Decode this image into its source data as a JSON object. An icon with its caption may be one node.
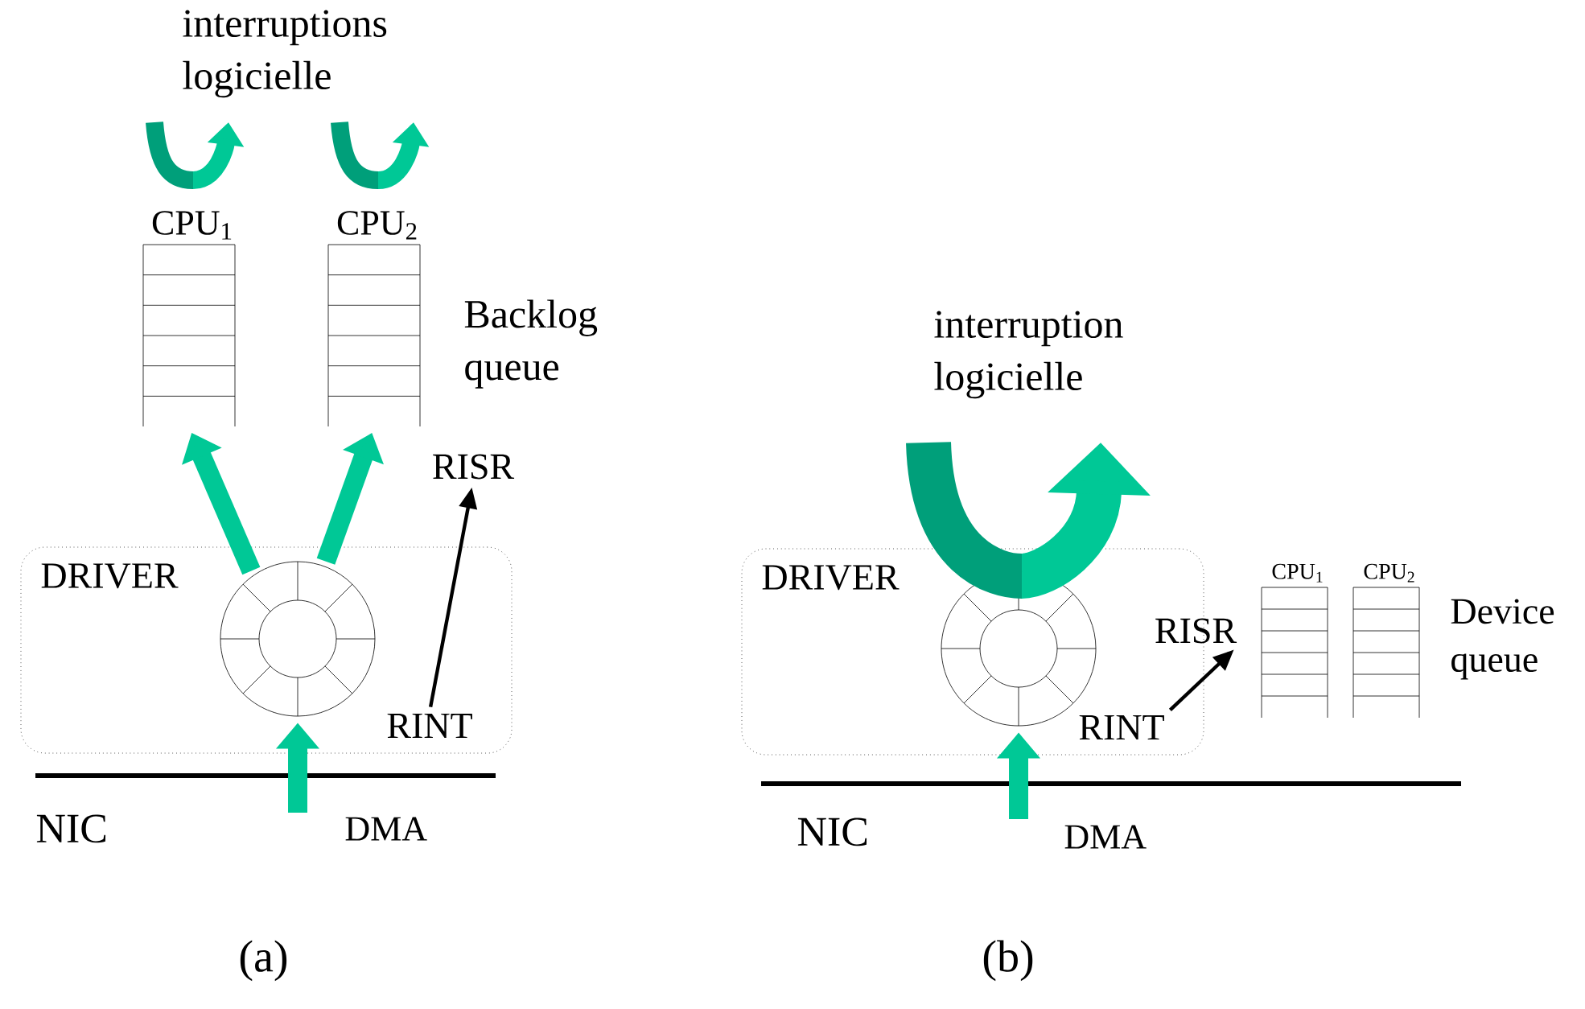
{
  "diagram": {
    "nodes": [
      {
        "text": [
          "DRIVER"
        ]
      },
      {
        "text": [],
        "shape": "circle",
        "in": 0
      },
      {
        "text": [
          "RINT"
        ],
        "in": 0
      },
      {
        "text": [
          "RISR"
        ]
      },
      {
        "text": [
          "CPU$_{1}$"
        ]
      },
      {
        "text": [
          "CPU$_{2}$"
        ]
      },
      {
        "text": [
          "DRIVER"
        ]
      },
      {
        "text": [],
        "shape": "circle",
        "in": 6
      },
      {
        "text": [
          "RINT"
        ],
        "in": 6
      },
      {
        "text": [
          "RISR"
        ]
      },
      {
        "text": [
          "CPU$_{1}$"
        ]
      },
      {
        "text": [
          "CPU$_{2}$"
        ]
      }
    ],
    "edges": [
      {
        "from": 1,
        "to": 4,
        "arrow": "to"
      },
      {
        "from": 1,
        "to": 5,
        "arrow": "to"
      },
      {
        "from": null,
        "to": 1,
        "arrow": "to",
        "label": "DMA"
      },
      {
        "from": 2,
        "to": 3,
        "arrow": "to",
        "color": "#000000"
      },
      {
        "from": null,
        "to": 7,
        "arrow": "to",
        "label": "DMA"
      },
      {
        "from": 8,
        "to": 9,
        "arrow": "to",
        "color": "#000000"
      }
    ],
    "labels": [
      "interruptions logicielle",
      "Backlog queue",
      "NIC",
      "(a)",
      "interruption logicielle",
      "Device queue",
      "NIC",
      "(b)"
    ]
  }
}
